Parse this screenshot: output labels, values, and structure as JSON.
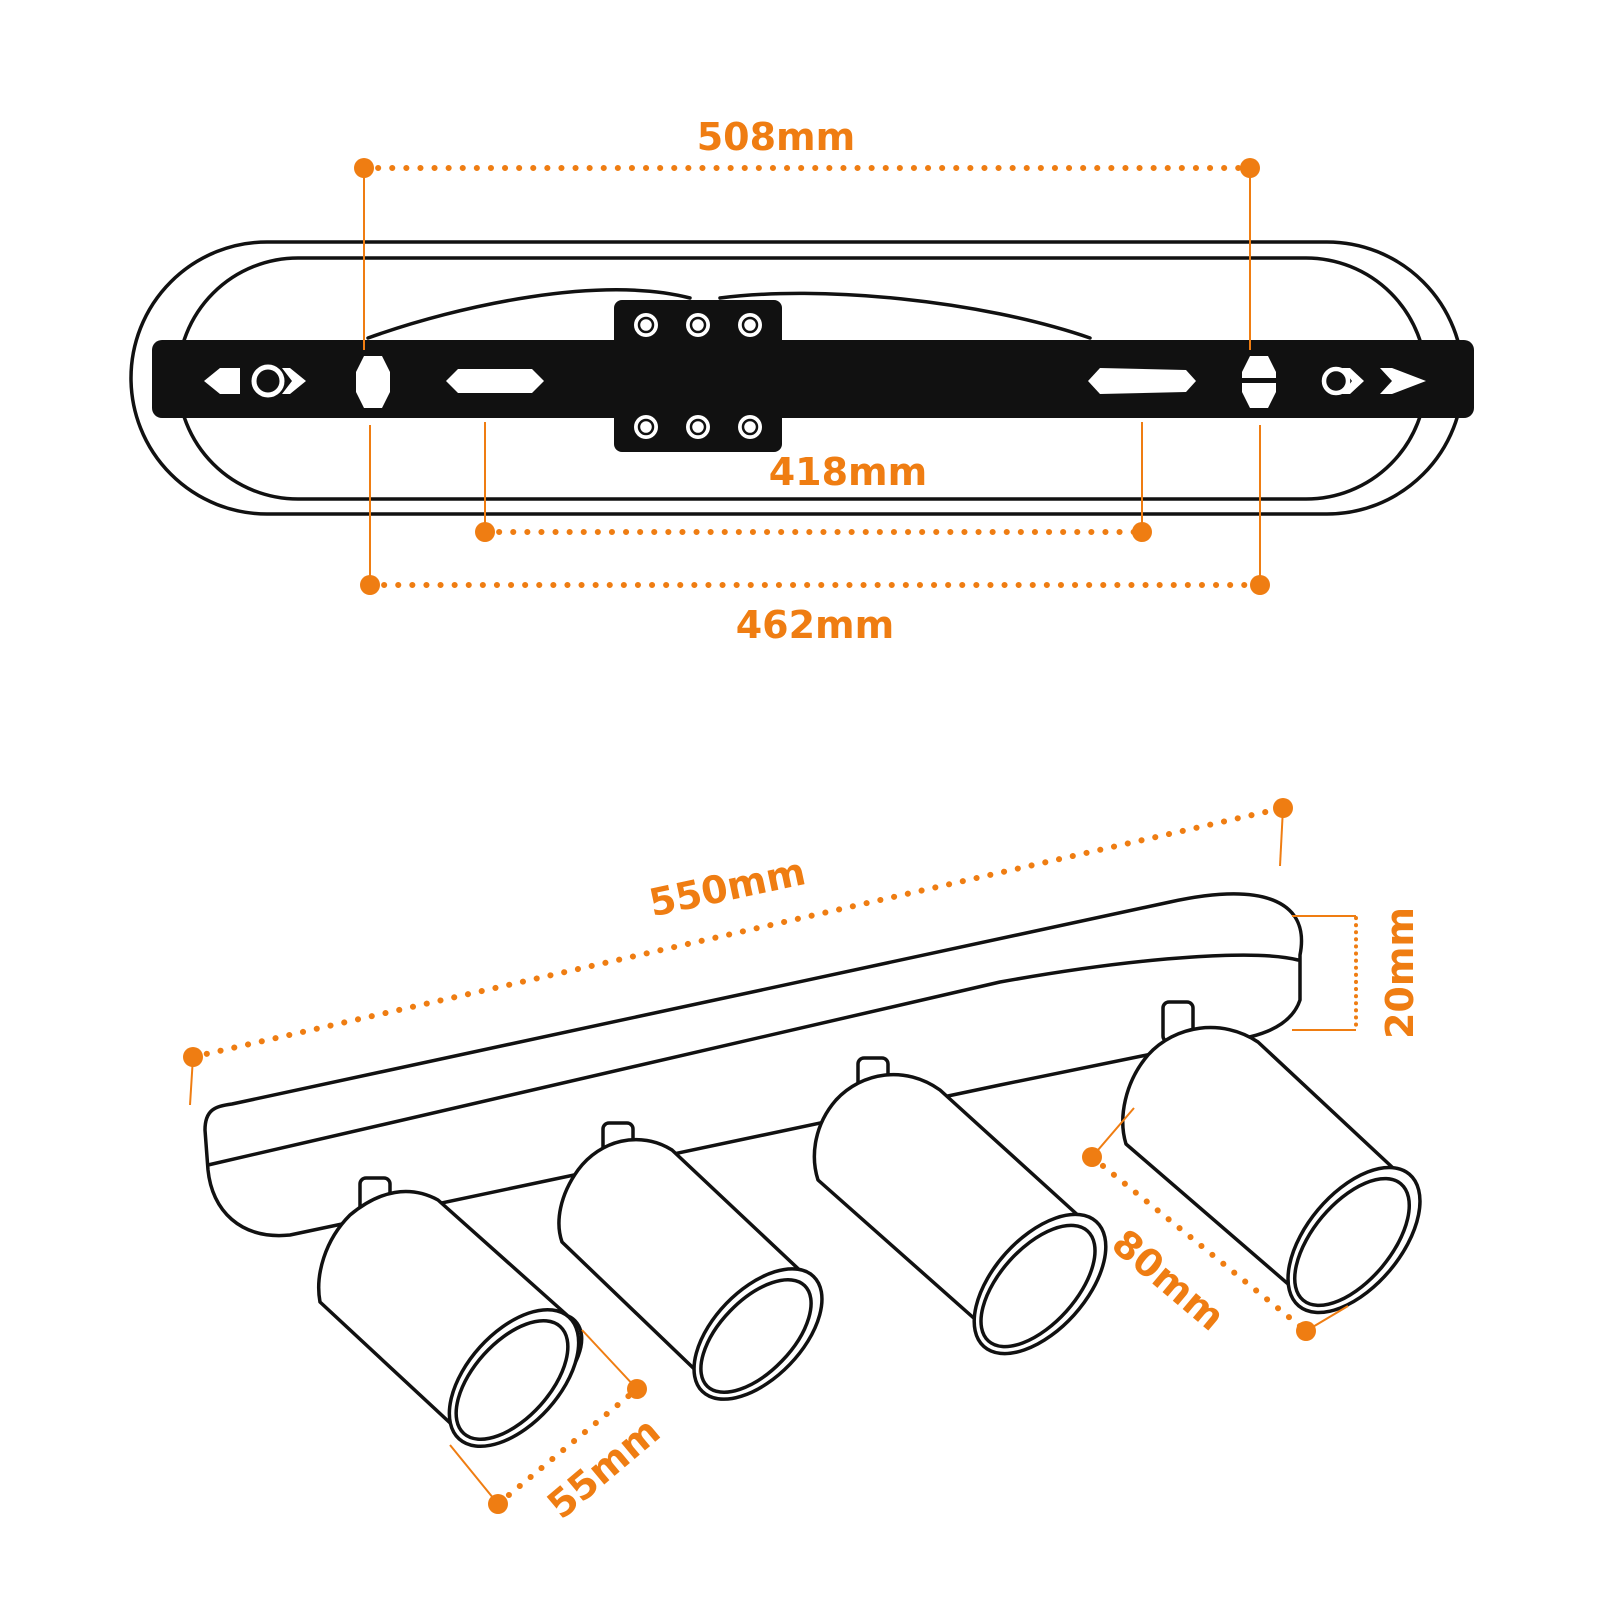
{
  "dimensions": {
    "mounting_hole_span": "508mm",
    "inner_slot_span": "418mm",
    "outer_slot_span": "462mm",
    "overall_length": "550mm",
    "base_height": "20mm",
    "spot_length": "80mm",
    "spot_diameter": "55mm"
  },
  "colors": {
    "dimension": "#ef7d12",
    "outline": "#111111",
    "bracket": "#111111",
    "background": "#ffffff"
  }
}
